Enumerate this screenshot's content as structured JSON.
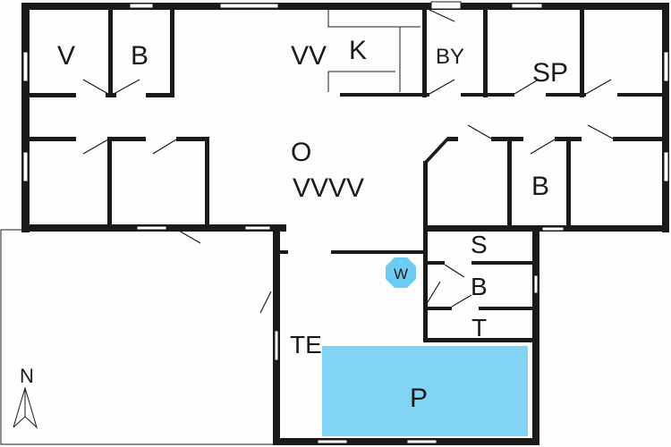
{
  "rooms": {
    "v": "V",
    "b1": "B",
    "vv": "VV",
    "k": "K",
    "by": "BY",
    "sp": "SP",
    "o": "O",
    "vvvv": "VVVV",
    "b2": "B",
    "s": "S",
    "b3": "B",
    "t": "T",
    "te": "TE",
    "p": "P",
    "w": "W"
  },
  "compass": "N",
  "colors": {
    "pool": "#81d4f5",
    "whirlpool": "#6ccbf2",
    "wall": "#1a1a1a"
  }
}
